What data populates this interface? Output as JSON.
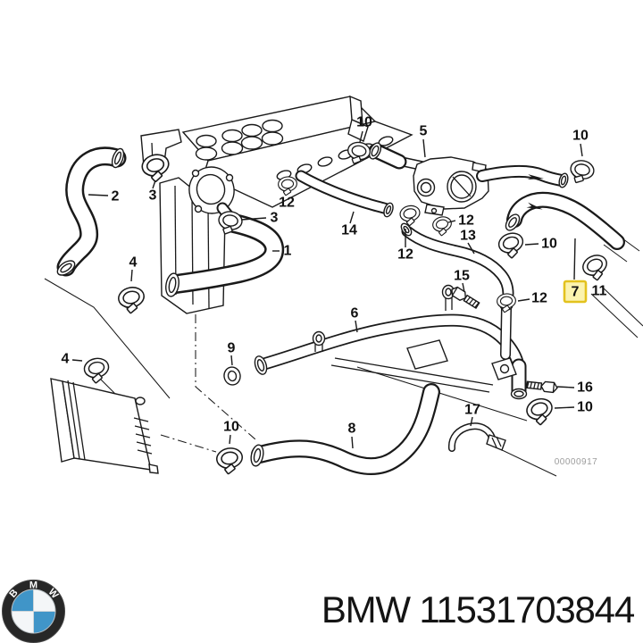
{
  "diagram": {
    "watermark": "00000917",
    "highlight": {
      "fill": "#fbf3ae",
      "border": "#e3c21e"
    },
    "callouts": {
      "c10a": "10",
      "c5": "5",
      "c10b": "10",
      "c2": "2",
      "c3a": "3",
      "c12a": "12",
      "c3b": "3",
      "c1": "1",
      "c14": "14",
      "c4a": "4",
      "c12b": "12",
      "c12c": "12",
      "c13": "13",
      "c10c": "10",
      "c15": "15",
      "c7": "7",
      "c11": "11",
      "c12d": "12",
      "c6": "6",
      "c9": "9",
      "c4b": "4",
      "c10d": "10",
      "c16": "16",
      "c10e": "10",
      "c8": "8",
      "c17": "17"
    }
  },
  "footer": {
    "brand": "BMW",
    "part_number": "11531703844",
    "logo_letters": [
      "B",
      "M",
      "W"
    ],
    "colors": {
      "logo_blue": "#4095c8",
      "logo_ring": "#272727"
    }
  }
}
